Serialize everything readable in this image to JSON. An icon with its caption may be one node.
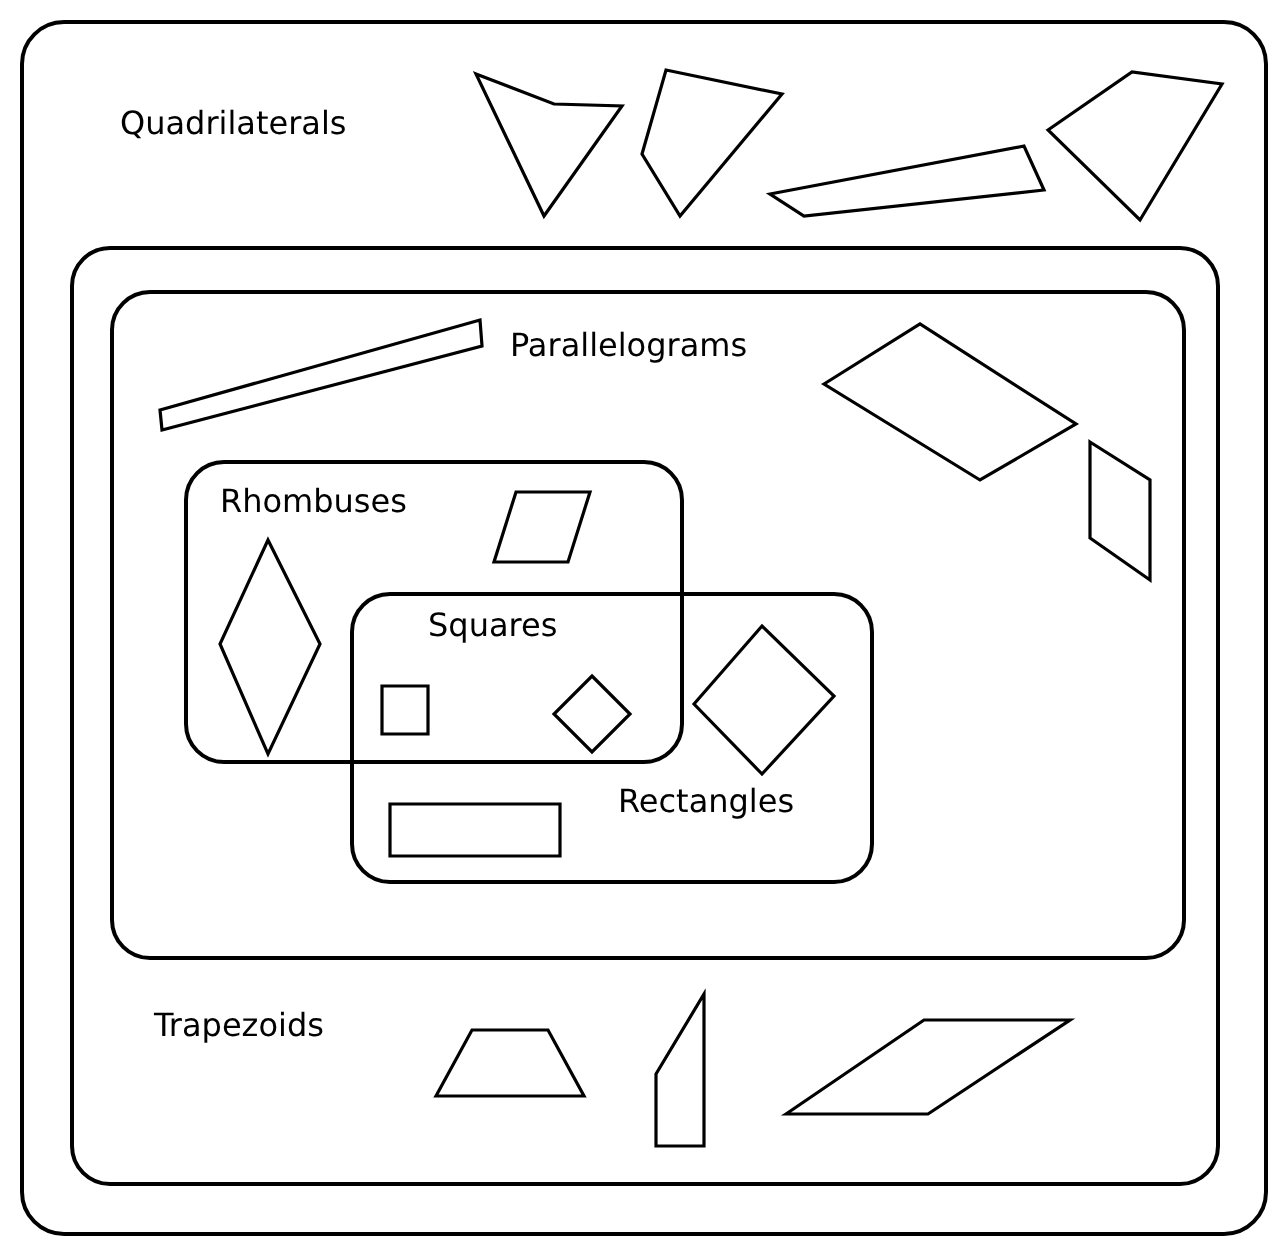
{
  "diagram": {
    "nodes": [
      {
        "text": [
          "Quadrilaterals"
        ]
      },
      {
        "text": [],
        "shape": "quadrilateral",
        "in": 0
      },
      {
        "text": [],
        "shape": "quadrilateral",
        "in": 0
      },
      {
        "text": [],
        "shape": "quadrilateral",
        "in": 0
      },
      {
        "text": [],
        "shape": "quadrilateral",
        "in": 0
      },
      {
        "text": [
          "Trapezoids"
        ],
        "in": 0
      },
      {
        "text": [
          "Parallelograms"
        ],
        "in": 5
      },
      {
        "text": [],
        "shape": "parallelogram",
        "in": 6
      },
      {
        "text": [],
        "shape": "parallelogram",
        "in": 6
      },
      {
        "text": [],
        "shape": "parallelogram",
        "in": 6
      },
      {
        "text": [
          "Rhombuses"
        ],
        "in": 6
      },
      {
        "text": [],
        "shape": "rhombus",
        "in": 10
      },
      {
        "text": [],
        "shape": "rhombus",
        "in": 10
      },
      {
        "text": [
          "Rectangles"
        ],
        "in": 6
      },
      {
        "text": [],
        "shape": "square"
      },
      {
        "text": [],
        "shape": "square"
      },
      {
        "text": [],
        "shape": "square",
        "in": 13
      },
      {
        "text": [],
        "shape": "rectangle",
        "in": 13
      },
      {
        "text": [],
        "shape": "trapezoid",
        "in": 5
      },
      {
        "text": [],
        "shape": "trapezoid",
        "in": 5
      },
      {
        "text": [],
        "shape": "trapezoid",
        "in": 5
      }
    ],
    "labels": [
      "Squares"
    ]
  }
}
